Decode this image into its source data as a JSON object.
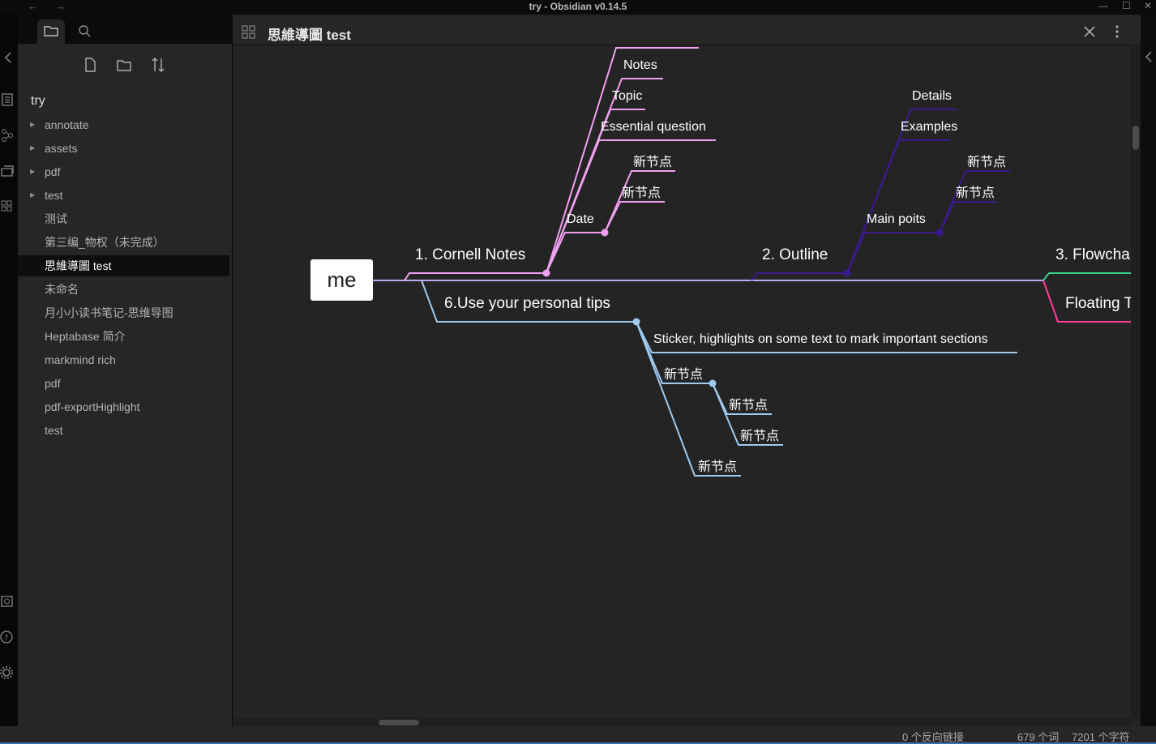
{
  "window": {
    "title": "try - Obsidian v0.14.5",
    "back_glyph": "←",
    "forward_glyph": "→",
    "minimize_glyph": "—",
    "maximize_glyph": "☐",
    "close_glyph": "✕"
  },
  "sidebar": {
    "vault_name": "try",
    "items": [
      {
        "label": "annotate",
        "folder": true
      },
      {
        "label": "assets",
        "folder": true
      },
      {
        "label": "pdf",
        "folder": true
      },
      {
        "label": "test",
        "folder": true
      },
      {
        "label": "测试"
      },
      {
        "label": "第三编_物权（未完成）"
      },
      {
        "label": "思維導圖 test",
        "active": true
      },
      {
        "label": "未命名"
      },
      {
        "label": "月小小读书笔记-思维导图"
      },
      {
        "label": "Heptabase 简介"
      },
      {
        "label": "markmind rich"
      },
      {
        "label": "pdf"
      },
      {
        "label": "pdf-exportHighlight"
      },
      {
        "label": "test"
      }
    ]
  },
  "editor": {
    "title": "思維導圖 test"
  },
  "mindmap": {
    "root": "me",
    "branches": {
      "cornell": "1. Cornell Notes",
      "cornell_children": [
        "Notes",
        "Topic",
        "Essential question",
        "Date"
      ],
      "cornell_date_children": [
        "新节点",
        "新节点"
      ],
      "outline": "2. Outline",
      "outline_children": [
        "Details",
        "Examples",
        "Main poits"
      ],
      "outline_main_children": [
        "新节点",
        "新节点"
      ],
      "flowchart": "3. Flowcha",
      "floating": "Floating T",
      "tips": "6.Use your personal tips",
      "tips_children": [
        "Sticker, highlights on some text to mark important sections",
        "新节点",
        "新节点"
      ],
      "tips_sub_children": [
        "新节点",
        "新节点"
      ]
    },
    "colors": {
      "cornell": "#f0a0f0",
      "outline": "#3a1a8a",
      "flowchart": "#3bd18a",
      "floating": "#ff3d9a",
      "tips": "#9fcaf0",
      "spine": "#c0a8f0"
    }
  },
  "status": {
    "backlinks": "0 个反向链接",
    "words": "679 个词",
    "chars": "7201 个字符"
  }
}
